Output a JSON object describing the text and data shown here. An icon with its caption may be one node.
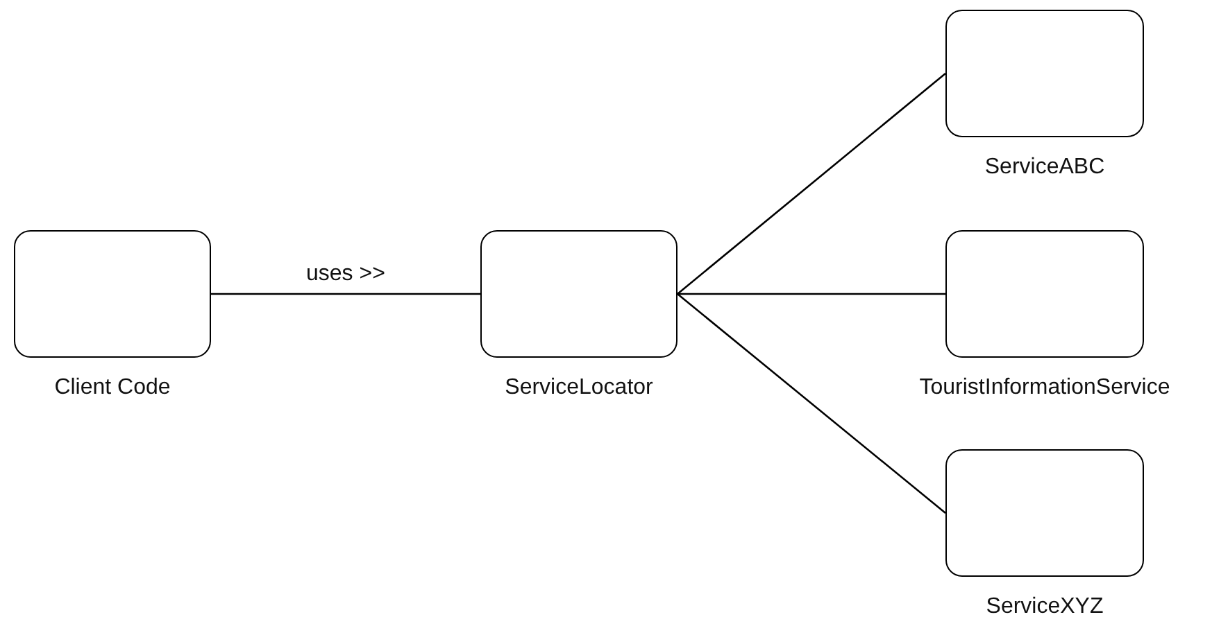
{
  "diagram": {
    "nodes": [
      {
        "text": [
          "Client Code"
        ]
      },
      {
        "text": [
          "ServiceLocator"
        ]
      },
      {
        "text": [
          "ServiceABC"
        ]
      },
      {
        "text": [
          "TouristInformationService"
        ]
      },
      {
        "text": [
          "ServiceXYZ"
        ]
      }
    ],
    "edges": [
      {
        "from": 0,
        "to": 1,
        "arrow": "none",
        "label": "uses >>"
      },
      {
        "from": 1,
        "to": 2,
        "arrow": "none"
      },
      {
        "from": 1,
        "to": 3,
        "arrow": "none"
      },
      {
        "from": 1,
        "to": 4,
        "arrow": "none"
      }
    ]
  }
}
